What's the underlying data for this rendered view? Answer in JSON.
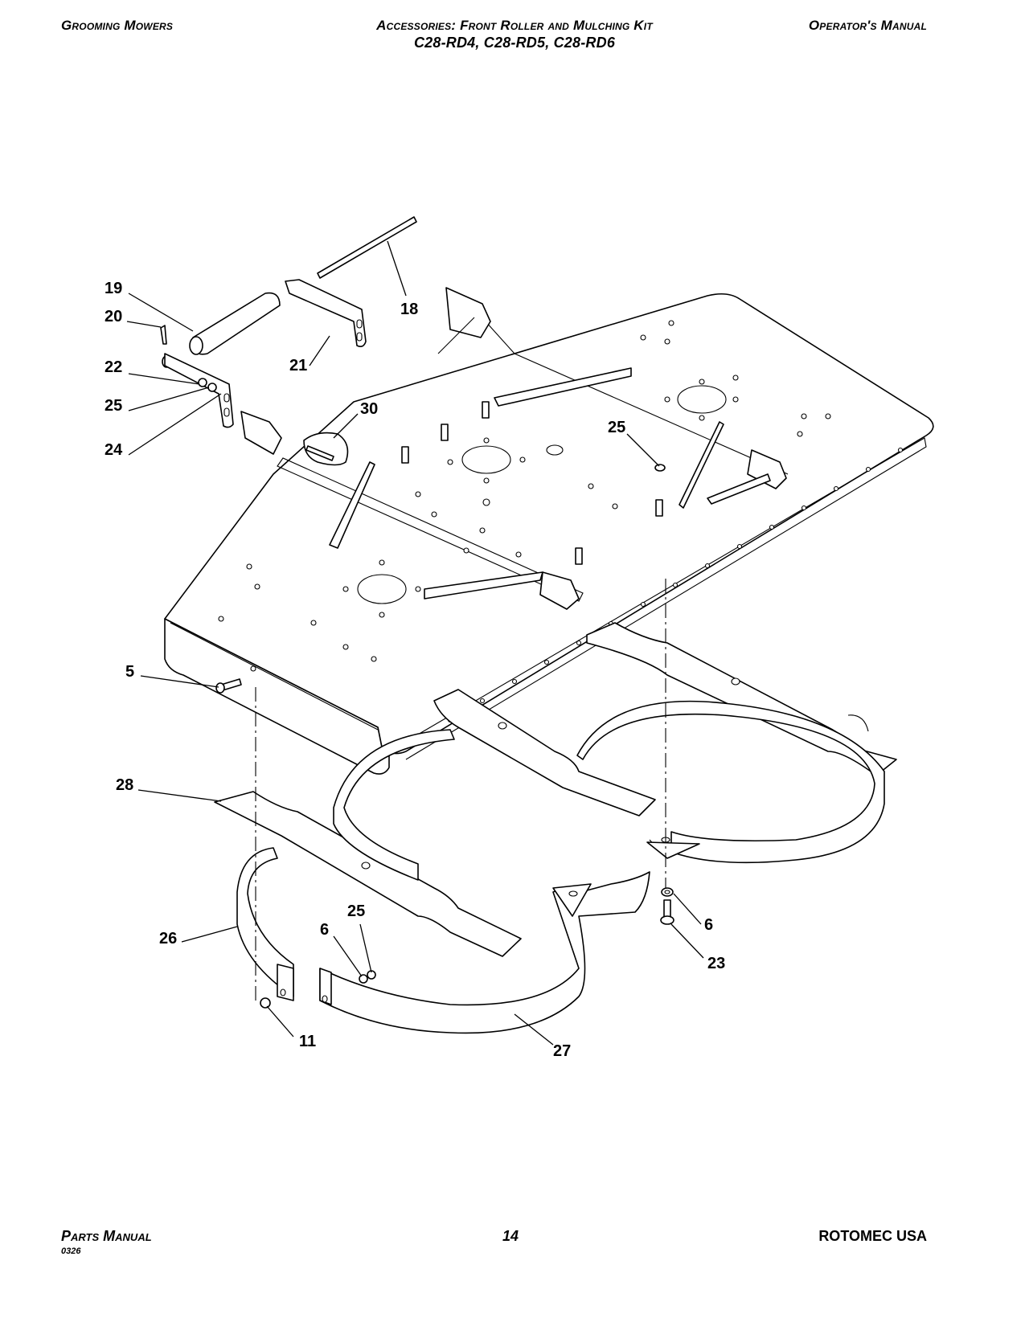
{
  "header": {
    "left": "Grooming Mowers",
    "center_line1": "Accessories: Front Roller and Mulching Kit",
    "center_line2": "C28-RD4, C28-RD5, C28-RD6",
    "right": "Operator's Manual"
  },
  "footer": {
    "left": "Parts Manual",
    "code": "0326",
    "page": "14",
    "right": "ROTOMEC USA"
  },
  "callouts": {
    "c19": "19",
    "c20": "20",
    "c22": "22",
    "c25a": "25",
    "c24": "24",
    "c21": "21",
    "c18": "18",
    "c30": "30",
    "c25b": "25",
    "c5": "5",
    "c28": "28",
    "c26": "26",
    "c6a": "6",
    "c25c": "25",
    "c11": "11",
    "c27": "27",
    "c6b": "6",
    "c23": "23"
  }
}
